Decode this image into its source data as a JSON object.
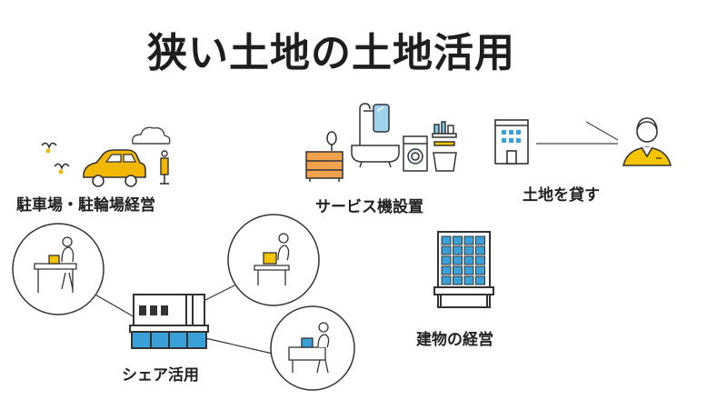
{
  "title": "狭い土地の土地活用",
  "items": {
    "parking": "駐車場・駐輪場経営",
    "services": "サービス機設置",
    "lease": "土地を貸す",
    "building": "建物の経営",
    "share": "シェア活用"
  },
  "colors": {
    "car": "#f2b705",
    "accent_yellow": "#f5c400",
    "building_blue": "#3aa0d8",
    "line": "#333333"
  }
}
